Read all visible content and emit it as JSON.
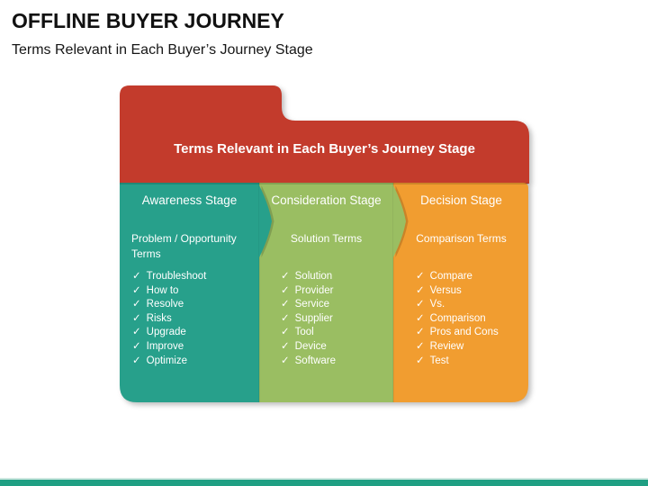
{
  "slide": {
    "title": "OFFLINE BUYER JOURNEY",
    "subtitle": "Terms Relevant in Each Buyer’s Journey Stage"
  },
  "figure": {
    "banner": "Terms Relevant in Each Buyer’s Journey Stage",
    "banner_color": "#c33b2c",
    "check_glyph": "✓",
    "columns": [
      {
        "stage": "Awareness Stage",
        "subhead": "Problem / Opportunity Terms",
        "color": "#27a08b",
        "terms": [
          "Troubleshoot",
          "How to",
          "Resolve",
          "Risks",
          "Upgrade",
          "Improve",
          "Optimize"
        ]
      },
      {
        "stage": "Consideration Stage",
        "subhead": "Solution Terms",
        "color": "#9abe62",
        "terms": [
          "Solution",
          "Provider",
          "Service",
          "Supplier",
          "Tool",
          "Device",
          "Software"
        ]
      },
      {
        "stage": "Decision Stage",
        "subhead": "Comparison Terms",
        "color": "#f19d30",
        "terms": [
          "Compare",
          "Versus",
          "Vs.",
          "Comparison",
          "Pros and Cons",
          "Review",
          "Test"
        ]
      }
    ]
  },
  "footer": {
    "bar_color": "#1f9f83",
    "bar_highlight_color": "#cde8e0"
  }
}
